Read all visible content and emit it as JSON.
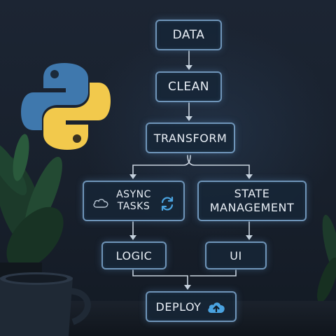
{
  "nodes": {
    "data": "DATA",
    "clean": "CLEAN",
    "transform": "TRANSFORM",
    "async_line1": "ASYNC",
    "async_line2": "TASKS",
    "state_line1": "STATE",
    "state_line2": "MANAGEMENT",
    "logic": "LOGIC",
    "ui": "UI",
    "deploy": "DEPLOY"
  },
  "icons": {
    "logo": "python-logo-icon",
    "async_left": "cloud-icon",
    "async_right": "sync-icon",
    "deploy": "cloud-upload-icon"
  },
  "colors": {
    "node_border": "#6f95b9",
    "node_text": "#e8eef5",
    "connector": "#c9d3de",
    "python_blue": "#3f78ad",
    "python_yellow": "#f2c94c",
    "accent_icon": "#4aa3e0"
  }
}
